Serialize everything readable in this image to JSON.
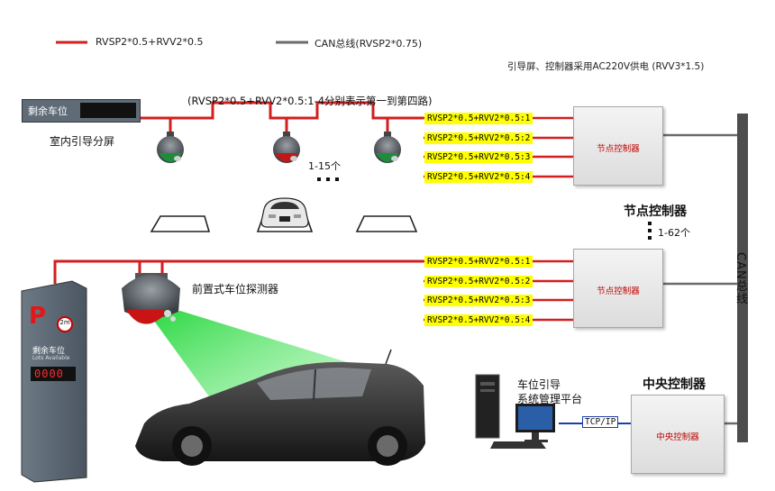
{
  "legend": {
    "red_line_label": "RVSP2*0.5+RVV2*0.5",
    "gray_line_label": "CAN总线(RVSP2*0.75)",
    "power_note": "引导屏、控制器采用AC220V供电 (RVV3*1.5)"
  },
  "indoor_sign": {
    "sign_text": "剩余车位",
    "caption": "室内引导分屏"
  },
  "route_header": "(RVSP2*0.5+RVV2*0.5:1-4分别表示第一到第四路)",
  "range_detectors": "1-15个",
  "node_controller": {
    "box_label": "节点控制器",
    "title": "节点控制器",
    "range": "1-62个"
  },
  "top_routes": [
    "RVSP2*0.5+RVV2*0.5:1",
    "RVSP2*0.5+RVV2*0.5:2",
    "RVSP2*0.5+RVV2*0.5:3",
    "RVSP2*0.5+RVV2*0.5:4"
  ],
  "bottom_routes": [
    "RVSP2*0.5+RVV2*0.5:1",
    "RVSP2*0.5+RVV2*0.5:2",
    "RVSP2*0.5+RVV2*0.5:3",
    "RVSP2*0.5+RVV2*0.5:4"
  ],
  "front_detector_label": "前置式车位探测器",
  "can_bus_label": "CAN总线",
  "platform": {
    "line1": "车位引导",
    "line2": "系统管理平台"
  },
  "tcp_label": "TCP/IP",
  "central_controller": {
    "title": "中央控制器",
    "box_label": "中央控制器"
  },
  "pole_sign": {
    "letter": "P",
    "badge": "2m",
    "title": "剩余车位",
    "subtitle": "Lots Available",
    "digits": "0000"
  },
  "colors": {
    "red_line": "#d21f1f",
    "gray_line": "#6b6b6b",
    "highlight": "#ffff00",
    "green_beam": "#29d43a"
  }
}
